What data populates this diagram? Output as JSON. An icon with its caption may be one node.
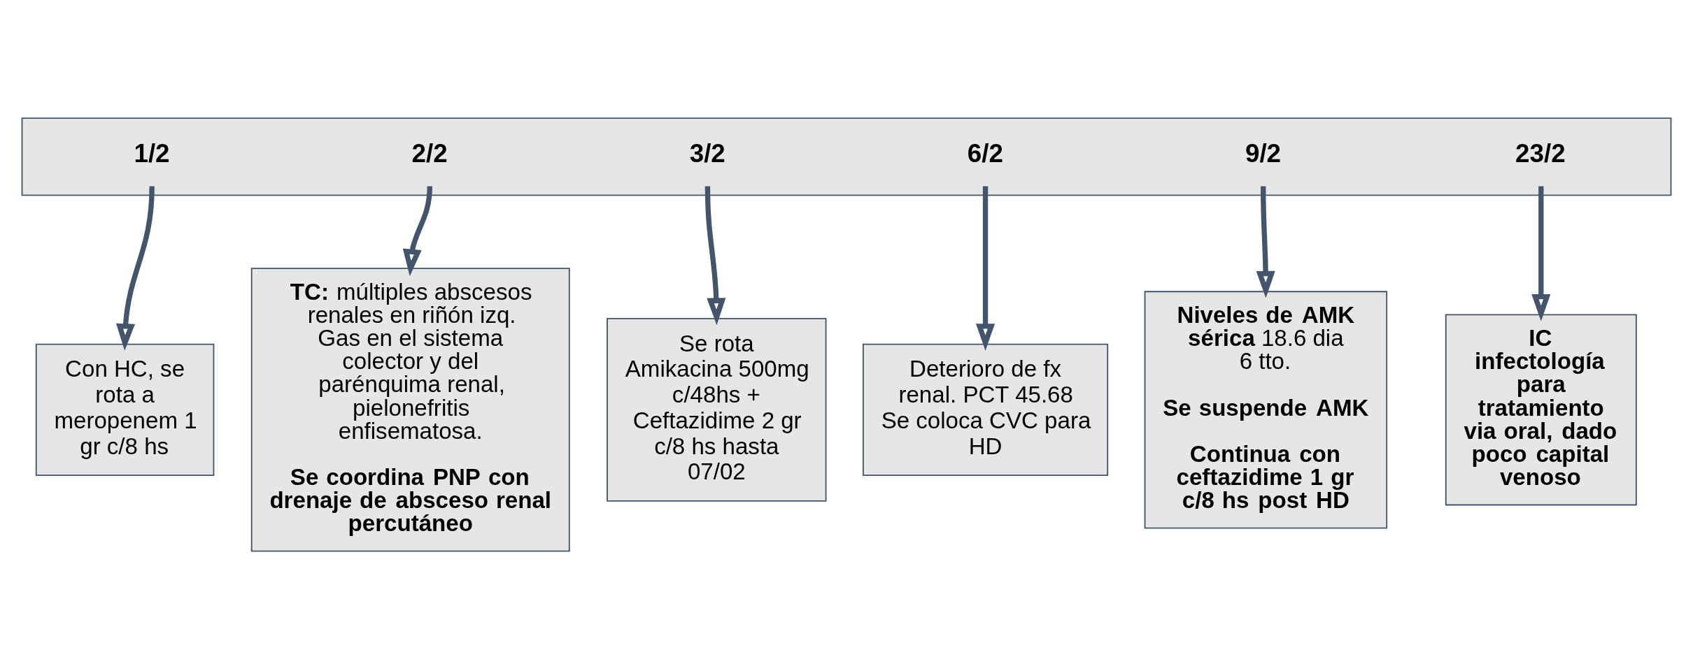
{
  "diagram": {
    "nodes": [
      {
        "text": [],
        "shape": "bar"
      },
      {
        "text": [
          "1/2"
        ],
        "in": 0
      },
      {
        "text": [
          "2/2"
        ],
        "in": 0
      },
      {
        "text": [
          "3/2"
        ],
        "in": 0
      },
      {
        "text": [
          "6/2"
        ],
        "in": 0
      },
      {
        "text": [
          "9/2"
        ],
        "in": 0
      },
      {
        "text": [
          "23/2"
        ],
        "in": 0
      },
      {
        "text": [
          "Con HC, se rota a meropenem 1 gr c/8 hs"
        ]
      },
      {
        "text": [
          "**TC:** múltiples abscesos renales en riñón izq. Gas en el sistema colector y del parénquima renal, pielonefritis enfisematosa.",
          "**Se coordina PNP con drenaje de absceso renal percutáneo**"
        ]
      },
      {
        "text": [
          "Se rota Amikacina 500mg c/48hs + Ceftazidime 2 gr c/8 hs hasta 07/02"
        ]
      },
      {
        "text": [
          "Deterioro de fx renal. PCT 45.68 Se coloca CVC para HD"
        ]
      },
      {
        "text": [
          "**Niveles de AMK sérica** 18.6 dia 6 tto.",
          "**Se suspende AMK**",
          "**Continua con ceftazidime 1 gr c/8 hs post HD**"
        ]
      },
      {
        "text": [
          "**IC infectología para tratamiento via oral, dado poco capital venoso**"
        ]
      }
    ],
    "edges": [
      {
        "from": 1,
        "to": 7,
        "arrow": "to"
      },
      {
        "from": 2,
        "to": 8,
        "arrow": "to"
      },
      {
        "from": 3,
        "to": 9,
        "arrow": "to"
      },
      {
        "from": 4,
        "to": 10,
        "arrow": "to"
      },
      {
        "from": 5,
        "to": 11,
        "arrow": "to"
      },
      {
        "from": 6,
        "to": 12,
        "arrow": "to"
      }
    ]
  }
}
